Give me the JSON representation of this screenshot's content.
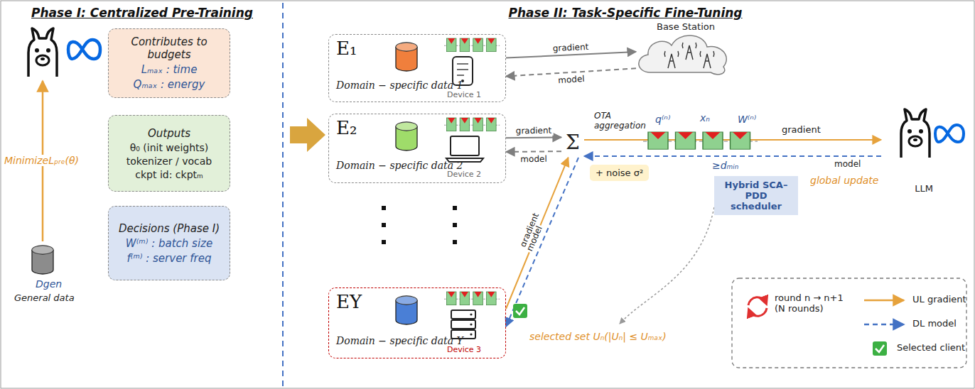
{
  "diagram": {
    "nodes": [
      {
        "text": [
          "Contributes to budgets",
          "Lₘₐₓ : time",
          "Qₘₐₓ : energy"
        ]
      },
      {
        "text": [
          "Outputs",
          "θ₀ (init weights)",
          "tokenizer / vocab",
          "ckpt id: ckptₘ"
        ]
      },
      {
        "text": [
          "Decisions (Phase I)",
          "W⁽ᵐ⁾ : batch size",
          "f⁽ᵐ⁾ : server freq"
        ]
      },
      {
        "text": [
          "E₁",
          "Domain − specific data 1",
          "Device 1"
        ]
      },
      {
        "text": [
          "Base Station"
        ]
      },
      {
        "text": [
          "E₂",
          "Domain − specific data 2",
          "Device 2"
        ]
      },
      {
        "text": [
          "Σ"
        ]
      },
      {
        "text": [
          "+ noise σ²"
        ]
      },
      {
        "text": [
          "LLM"
        ]
      },
      {
        "text": [
          "Hybrid SCA–PDD scheduler"
        ]
      },
      {
        "text": [
          "EY",
          "Domain − specific data Y",
          "Device 3"
        ]
      }
    ],
    "edges": [
      {
        "from": 3,
        "to": 4,
        "label": "gradient",
        "arrow": "to"
      },
      {
        "from": 4,
        "to": 3,
        "label": "model",
        "arrow": "to"
      },
      {
        "from": 5,
        "to": 6,
        "label": "gradient",
        "arrow": "to"
      },
      {
        "from": 6,
        "to": 5,
        "label": "model",
        "arrow": "to"
      },
      {
        "from": 10,
        "to": 6,
        "label": "gradient",
        "arrow": "to"
      },
      {
        "from": 6,
        "to": 10,
        "label": "model",
        "arrow": "to"
      },
      {
        "from": 6,
        "to": 8,
        "label": "OTA aggregation",
        "arrow": "to"
      },
      {
        "from": 8,
        "to": 6,
        "label": "model",
        "arrow": "to"
      }
    ],
    "labels": [
      "Phase I: Centralized Pre-Training",
      "Phase II: Task-Specific Fine-Tuning",
      "MinimizeLₚᵣₑ(θ)",
      "Dgen",
      "General data",
      "q⁽ⁿ⁾",
      "xₙ",
      "W⁽ⁿ⁾",
      "≥dₘᵢₙ",
      "gradient",
      "global update",
      "selected set Uₙ(|Uₙ| ≤ Uₘₐₓ)"
    ],
    "legend": [
      {
        "text": "round n → n+1 (N rounds)"
      },
      {
        "text": "UL gradient"
      },
      {
        "text": "DL model"
      },
      {
        "text": "Selected client"
      }
    ]
  }
}
